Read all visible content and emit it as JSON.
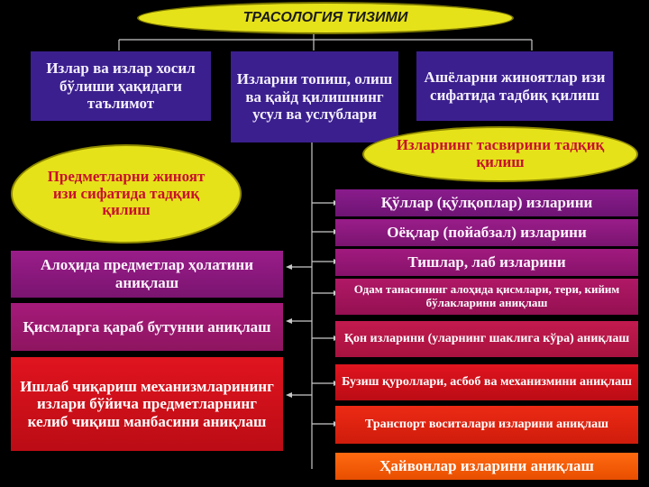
{
  "title": "ТРАСОЛОГИЯ ТИЗИМИ",
  "top": [
    "Излар ва излар хосил бўлиши ҳақидаги таълимот",
    "Изларни топиш, олиш ва қайд қилишнинг усул ва услублари",
    "Ашёларни жиноятлар изи сифатида тадбиқ қилиш"
  ],
  "left_ellipse": "Предметларни жиноят изи сифатида тадқиқ қилиш",
  "right_ellipse": "Изларнинг тасвирини тадқиқ қилиш",
  "left_items": [
    "Алоҳида предметлар ҳолатини аниқлаш",
    "Қисмларга қараб бутунни аниқлаш",
    "Ишлаб чиқариш механизмларининг излари бўйича предметларнинг келиб чиқиш манбасини аниқлаш"
  ],
  "right_items": [
    "Қўллар (қўлқоплар) изларини",
    "Оёқлар (пойабзал) изларини",
    "Тишлар, лаб изларини",
    "Одам танасининг алоҳида қисмлари, тери, кийим бўлакларини аниқлаш",
    "Қон изларини (уларнинг шаклига кўра) аниқлаш",
    "Бузиш қуроллари, асбоб ва механизмини аниқлаш",
    "Транспорт воситалари изларини аниқлаш",
    "Ҳайвонлар изларини аниқлаш"
  ],
  "colors": {
    "title_ellipse": "#e6e21a",
    "top_boxes": "#3b1f8e",
    "ellipse_text": "#c8102e",
    "connector": "#c9c9c9"
  }
}
